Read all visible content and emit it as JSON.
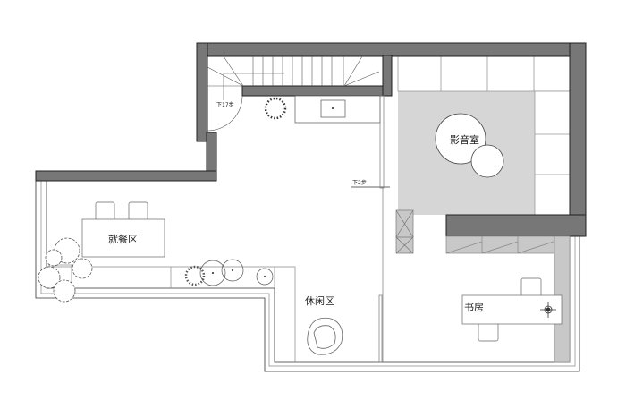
{
  "rooms": {
    "theater": "影音室",
    "dining": "就餐区",
    "leisure": "休闲区",
    "study": "书房"
  },
  "annotations": {
    "stairs_down": "下17步",
    "steps_down": "下2步"
  },
  "colors": {
    "wall": "#777777",
    "theater_floor": "#d6d6d6",
    "cabinet": "#c8c8c8"
  }
}
